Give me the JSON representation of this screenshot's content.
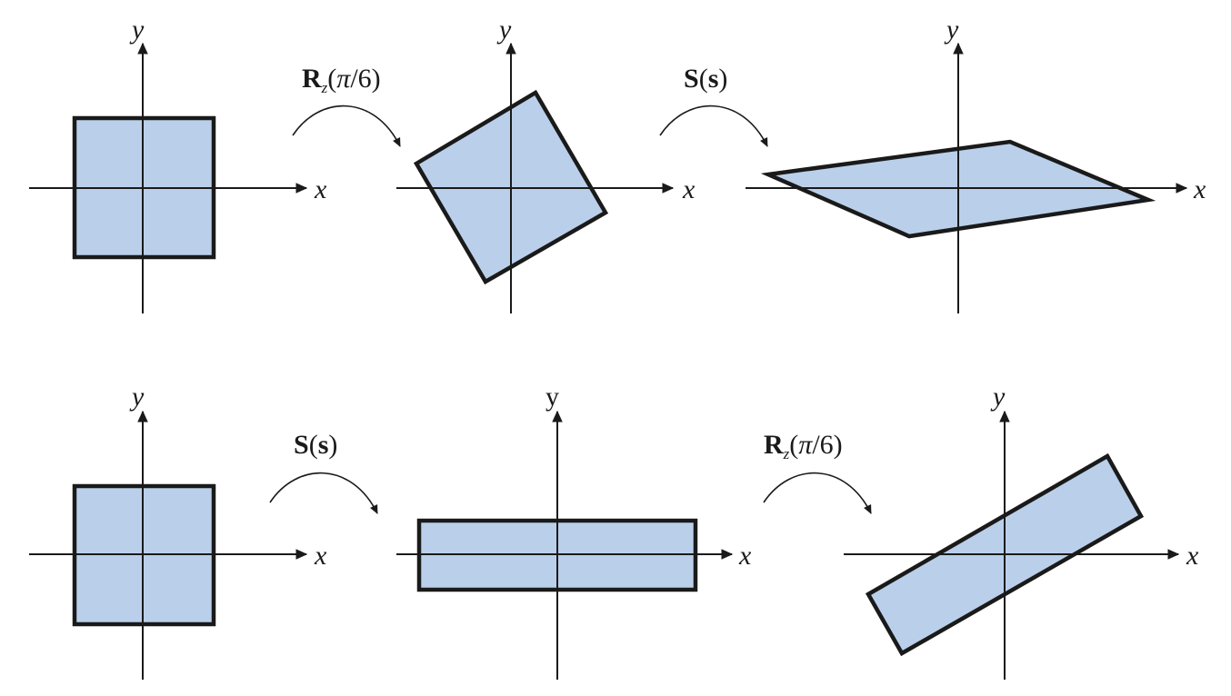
{
  "colors": {
    "shape_fill": "#bacfea",
    "stroke": "#1a1a1a"
  },
  "axis_labels": {
    "x": "x",
    "y": "y",
    "y_upright": "y"
  },
  "ops": {
    "rotate": {
      "R": "R",
      "sub": "z",
      "open": "(",
      "pi": "π",
      "rest": "/6)"
    },
    "scale": {
      "S": "S",
      "open": "(",
      "s": "s",
      "close": ")"
    }
  },
  "rows": [
    {
      "name": "rotate-then-scale",
      "first_op": "rotate",
      "second_op": "scale"
    },
    {
      "name": "scale-then-rotate",
      "first_op": "scale",
      "second_op": "rotate"
    }
  ]
}
